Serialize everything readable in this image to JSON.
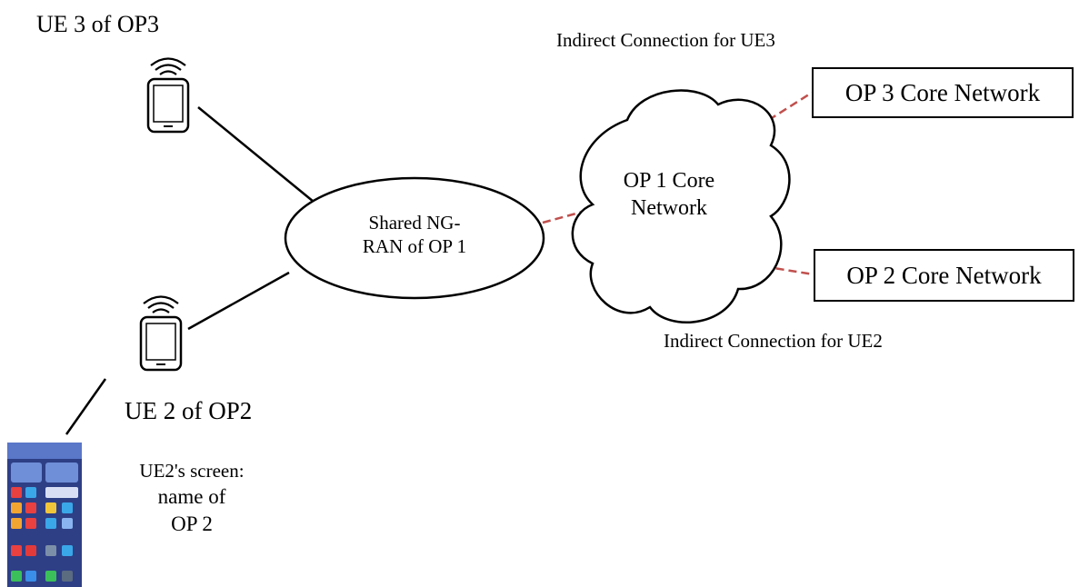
{
  "ue3": {
    "label": "UE 3 of OP3"
  },
  "ue2": {
    "label": "UE 2 of OP2"
  },
  "ran": {
    "line1": "Shared NG-",
    "line2": "RAN of OP 1"
  },
  "op1_core": {
    "line1": "OP 1 Core",
    "line2": "Network"
  },
  "op3_core": {
    "label": "OP 3 Core Network"
  },
  "op2_core": {
    "label": "OP 2 Core Network"
  },
  "indirect_ue3": "Indirect Connection for UE3",
  "indirect_ue2": "Indirect Connection for UE2",
  "screen_caption": {
    "line1": "UE2's screen:",
    "line2": "name of",
    "line3": "OP 2"
  },
  "colors": {
    "line": "#000000",
    "dashed_link": "#c0504d",
    "phone_screen_bg": "#3b4a8f"
  },
  "icons": [
    "tablet-icon",
    "wifi-signal-icon",
    "cloud-icon",
    "smartphone-screenshot"
  ]
}
